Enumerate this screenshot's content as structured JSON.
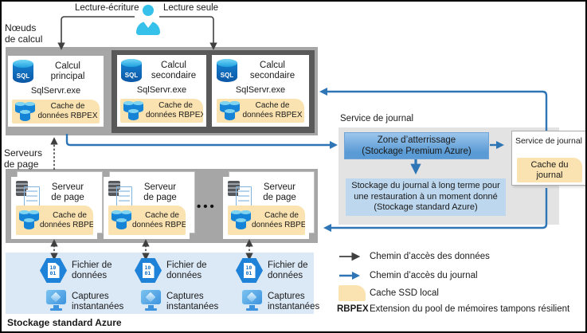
{
  "top": {
    "nodes_label_lines": [
      "Nœuds",
      "de calcul"
    ],
    "read_write_label": "Lecture-écriture",
    "read_only_label": "Lecture seule"
  },
  "compute": {
    "sql_icon_label": "SQL",
    "nodes": [
      {
        "title_lines": [
          "Calcul",
          "principal"
        ],
        "process": "SqlServr.exe",
        "cache_lines": [
          "Cache de",
          "données RBPEX"
        ]
      },
      {
        "title_lines": [
          "Calcul",
          "secondaire"
        ],
        "process": "SqlServr.exe",
        "cache_lines": [
          "Cache de",
          "données RBPEX"
        ]
      },
      {
        "title_lines": [
          "Calcul",
          "secondaire"
        ],
        "process": "SqlServr.exe",
        "cache_lines": [
          "Cache de",
          "données RBPEX"
        ]
      }
    ]
  },
  "page_servers": {
    "label_lines": [
      "Serveurs",
      "de page"
    ],
    "ellipsis": "•••",
    "servers": [
      {
        "title_lines": [
          "Serveur",
          "de page"
        ],
        "cache_lines": [
          "Cache de",
          "données RBPEX"
        ]
      },
      {
        "title_lines": [
          "Serveur",
          "de page"
        ],
        "cache_lines": [
          "Cache de",
          "données RBPEX"
        ]
      },
      {
        "title_lines": [
          "Serveur",
          "de page"
        ],
        "cache_lines": [
          "Cache de",
          "données RBPEX"
        ]
      }
    ]
  },
  "storage": {
    "label": "Stockage standard Azure",
    "binary_lines": [
      "10",
      "01"
    ],
    "groups": [
      {
        "data_file_lines": [
          "Fichier de",
          "données"
        ],
        "snapshot_lines": [
          "Captures",
          "instantanées"
        ]
      },
      {
        "data_file_lines": [
          "Fichier de",
          "données"
        ],
        "snapshot_lines": [
          "Captures",
          "instantanées"
        ]
      },
      {
        "data_file_lines": [
          "Fichier de",
          "données"
        ],
        "snapshot_lines": [
          "Captures",
          "instantanées"
        ]
      }
    ]
  },
  "log_service": {
    "section_label": "Service de journal",
    "landing_zone_lines": [
      "Zone d’atterrissage",
      "(Stockage Premium Azure)"
    ],
    "long_term_lines": [
      "Stockage du journal à long terme pour",
      "une restauration à un moment donné",
      "(Stockage standard Azure)"
    ],
    "service_box_title": "Service de journal",
    "cache_lines": [
      "Cache du",
      "journal"
    ]
  },
  "legend": {
    "data_path_label": "Chemin d’accès des données",
    "log_path_label": "Chemin d’accès du journal",
    "ssd_cache_label": "Cache SSD local",
    "rbpex_term": "RBPEX",
    "rbpex_desc": "Extension du pool de mémoires tampons résilient"
  },
  "icons": {
    "user": "person-icon",
    "sql_database": "sql-database-icon",
    "database_stack": "database-stack-icon",
    "server_page": "server-page-icon",
    "data_file_hexagon": "data-file-hexagon-icon",
    "snapshot_monitor": "snapshot-monitor-icon"
  },
  "colors": {
    "container_gray": "#A6A6A6",
    "secondary_group_gray": "#595959",
    "log_section_gray": "#E3E3E3",
    "storage_light_blue": "#DBE8F6",
    "landing_zone_blue": "#5B9BD5",
    "long_term_blue": "#BDD7EE",
    "cache_yellow": "#FAE3B1",
    "log_path_blue": "#2E75B6",
    "data_path_gray": "#404040",
    "azure_icon_blue": "#1E82D8",
    "person_cyan": "#35C1EA"
  }
}
